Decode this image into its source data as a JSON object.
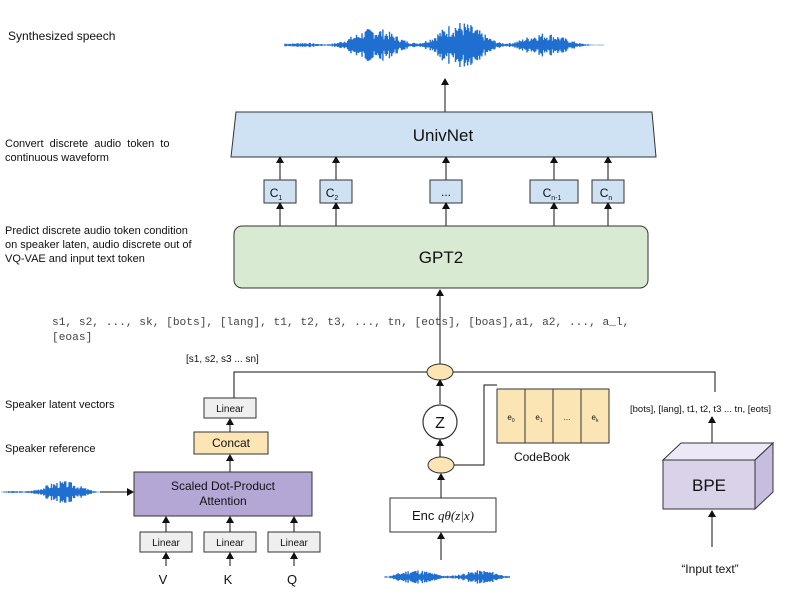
{
  "side_labels": {
    "synth": "Synthesized speech",
    "convert_line1": "Convert  discrete  audio  token  to",
    "convert_line2": "continuous waveform",
    "predict_line1": "Predict discrete audio token condition",
    "predict_line2": "on speaker laten, audio discrete out of",
    "predict_line3": "VQ-VAE and input text token",
    "speaker_latent": "Speaker latent vectors",
    "speaker_ref": "Speaker reference"
  },
  "univnet": {
    "label": "UnivNet"
  },
  "gpt2": {
    "label": "GPT2"
  },
  "codes": {
    "c1": {
      "main": "C",
      "sub": "1"
    },
    "c2": {
      "main": "C",
      "sub": "2"
    },
    "dots": "...",
    "cn1": {
      "main": "C",
      "sub": "n-1"
    },
    "cn": {
      "main": "C",
      "sub": "n"
    }
  },
  "token_seq": {
    "line1": "s1, s2, ..., sk, [bots], [lang], t1, t2, t3, ..., tn, [eots], [boas],a1, a2, ..., a_l,",
    "line2": "[eoas]"
  },
  "speaker_seq": "[s1, s2, s3 ... sn]",
  "linear_top": "Linear",
  "concat": "Concat",
  "attention": {
    "line1": "Scaled Dot-Product",
    "line2": "Attention"
  },
  "linears": {
    "v": "Linear",
    "k": "Linear",
    "q": "Linear"
  },
  "vkq": {
    "v": "V",
    "k": "K",
    "q": "Q"
  },
  "z_label": "Z",
  "codebook": {
    "cells": [
      {
        "main": "e",
        "sub": "0"
      },
      {
        "main": "e",
        "sub": "1"
      },
      {
        "main": "...",
        "sub": ""
      },
      {
        "main": "e",
        "sub": "k"
      }
    ],
    "label": "CodeBook"
  },
  "encoder": {
    "prefix": "Enc ",
    "formula": "qθ(z|x)"
  },
  "text_tokens": "[bots], [lang], t1, t2, t3 ... tn, [eots]",
  "bpe": "BPE",
  "input_text": "“Input text”",
  "colors": {
    "univnet_fill": "#cfe2f3",
    "gpt2_fill": "#d9ead3",
    "code_fill": "#cfe2f3",
    "concat_fill": "#fce5b4",
    "attention_fill": "#b4a7d6",
    "codebook_fill": "#fce5b4",
    "circle_fill": "#fce5b4",
    "bpe_fill": "#d9d2e9",
    "linear_fill": "#efefef",
    "wave": "#1f6fd1"
  }
}
